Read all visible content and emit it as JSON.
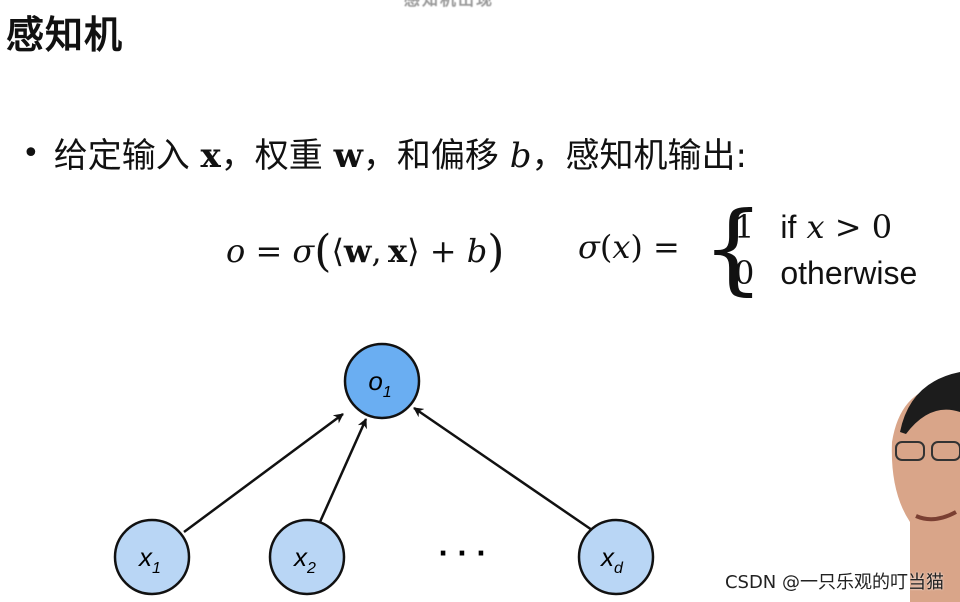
{
  "top_fragment": "感知机出现",
  "title": "感知机",
  "bullet": {
    "dot": "•",
    "t1": "给定输入 ",
    "x": "x",
    "t2": "，权重 ",
    "w": "w",
    "t3": "，和偏移 ",
    "b": "b",
    "t4": "，感知机输出:"
  },
  "formula": {
    "o": "o",
    "eq": "=",
    "sigma": "σ",
    "lparen": "(",
    "langle": "⟨",
    "w": "w",
    "comma": ",",
    "x": "x",
    "rangle": "⟩",
    "plus": "+",
    "b": "b",
    "rparen": ")"
  },
  "piecewise": {
    "lhs_sigma": "σ",
    "lhs_open": "(",
    "lhs_x": "x",
    "lhs_close": ")",
    "eq": "=",
    "brace": "{",
    "row1_value": "1",
    "row1_if": "if",
    "row1_x": "x",
    "row1_cond": "> 0",
    "row2_value": "0",
    "row2_word": "otherwise"
  },
  "diagram": {
    "output_node": {
      "label": "o",
      "sub": "1"
    },
    "input_nodes": [
      {
        "label": "x",
        "sub": "1"
      },
      {
        "label": "x",
        "sub": "2"
      },
      {
        "label": "x",
        "sub": "d"
      }
    ],
    "ellipsis": "· · ·",
    "colors": {
      "output_fill": "#6aaef2",
      "input_fill": "#b9d6f5",
      "stroke": "#111111"
    }
  },
  "watermark": "CSDN @一只乐观的叮当猫"
}
